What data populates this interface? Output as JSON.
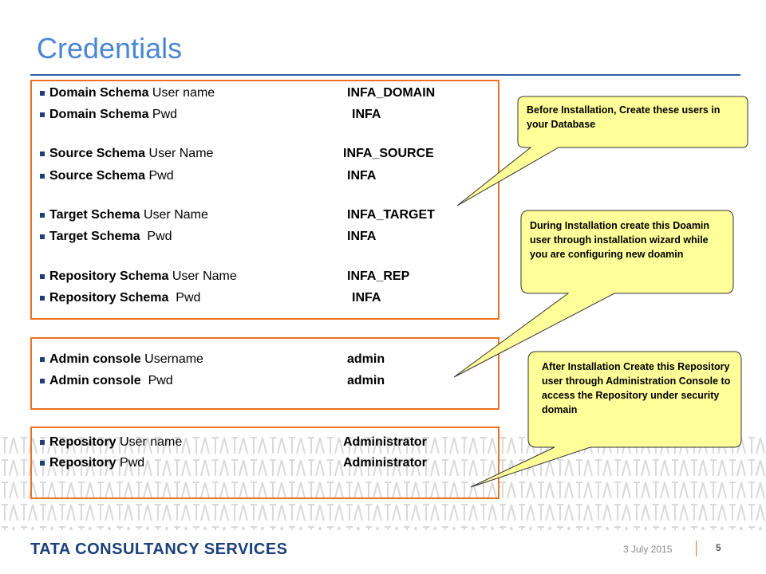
{
  "slide": {
    "title": "Credentials"
  },
  "groups": [
    {
      "rows": [
        {
          "bold": "Domain Schema",
          "plain": " User name",
          "value": "INFA_DOMAIN"
        },
        {
          "bold": "Domain Schema",
          "plain": " Pwd",
          "value": "INFA"
        },
        {
          "bold": "Source Schema",
          "plain": " User Name",
          "value": "INFA_SOURCE"
        },
        {
          "bold": "Source Schema",
          "plain": " Pwd",
          "value": "INFA"
        },
        {
          "bold": "Target Schema",
          "plain": " User Name",
          "value": "INFA_TARGET"
        },
        {
          "bold": "Target Schema",
          "plain": "  Pwd",
          "value": "INFA"
        },
        {
          "bold": "Repository Schema",
          "plain": " User Name",
          "value": "INFA_REP"
        },
        {
          "bold": "Repository Schema",
          "plain": "  Pwd",
          "value": "INFA"
        }
      ]
    },
    {
      "rows": [
        {
          "bold": "Admin console",
          "plain": " Username",
          "value": "admin"
        },
        {
          "bold": "Admin console",
          "plain": "  Pwd",
          "value": "admin"
        }
      ]
    },
    {
      "rows": [
        {
          "bold": "Repository",
          "plain": " User name",
          "value": "Administrator"
        },
        {
          "bold": "Repository",
          "plain": " Pwd",
          "value": "Administrator"
        }
      ]
    }
  ],
  "callouts": [
    {
      "text": "Before Installation, Create these users in your Database"
    },
    {
      "text": "During Installation create this Doamin user through installation wizard while you are configuring new doamin"
    },
    {
      "text": "After Installation Create this Repository user through Administration Console to access the Repository under security domain"
    }
  ],
  "footer": {
    "logo": "TATA CONSULTANCY SERVICES",
    "date": "3 July 2015",
    "page": "5"
  },
  "colors": {
    "title": "#4a86d4",
    "box_border": "#f07023",
    "callout_fill": "#ffff99",
    "rule": "#2e5fa8"
  }
}
